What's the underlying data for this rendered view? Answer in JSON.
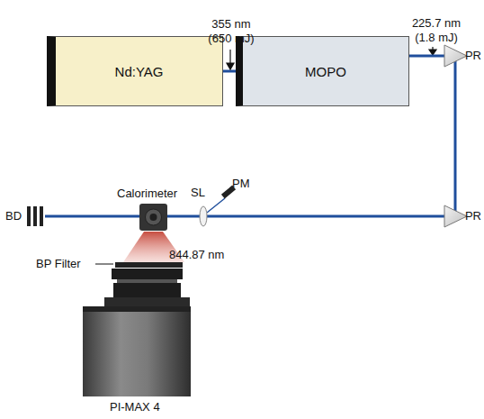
{
  "diagram": {
    "nodes": [
      {
        "text": [
          "Nd:YAG"
        ]
      },
      {
        "text": [
          "MOPO"
        ]
      }
    ],
    "edges": [
      {
        "from": 0,
        "to": 1,
        "arrow": "none"
      }
    ],
    "labels": [
      "355 nm (650 mJ)",
      "225.7 nm (1.8 mJ)",
      "PR",
      "PR",
      "SL",
      "PM",
      "BD",
      "Calorimeter",
      "844.87 nm",
      "BP Filter",
      "PI-MAX 4"
    ]
  }
}
